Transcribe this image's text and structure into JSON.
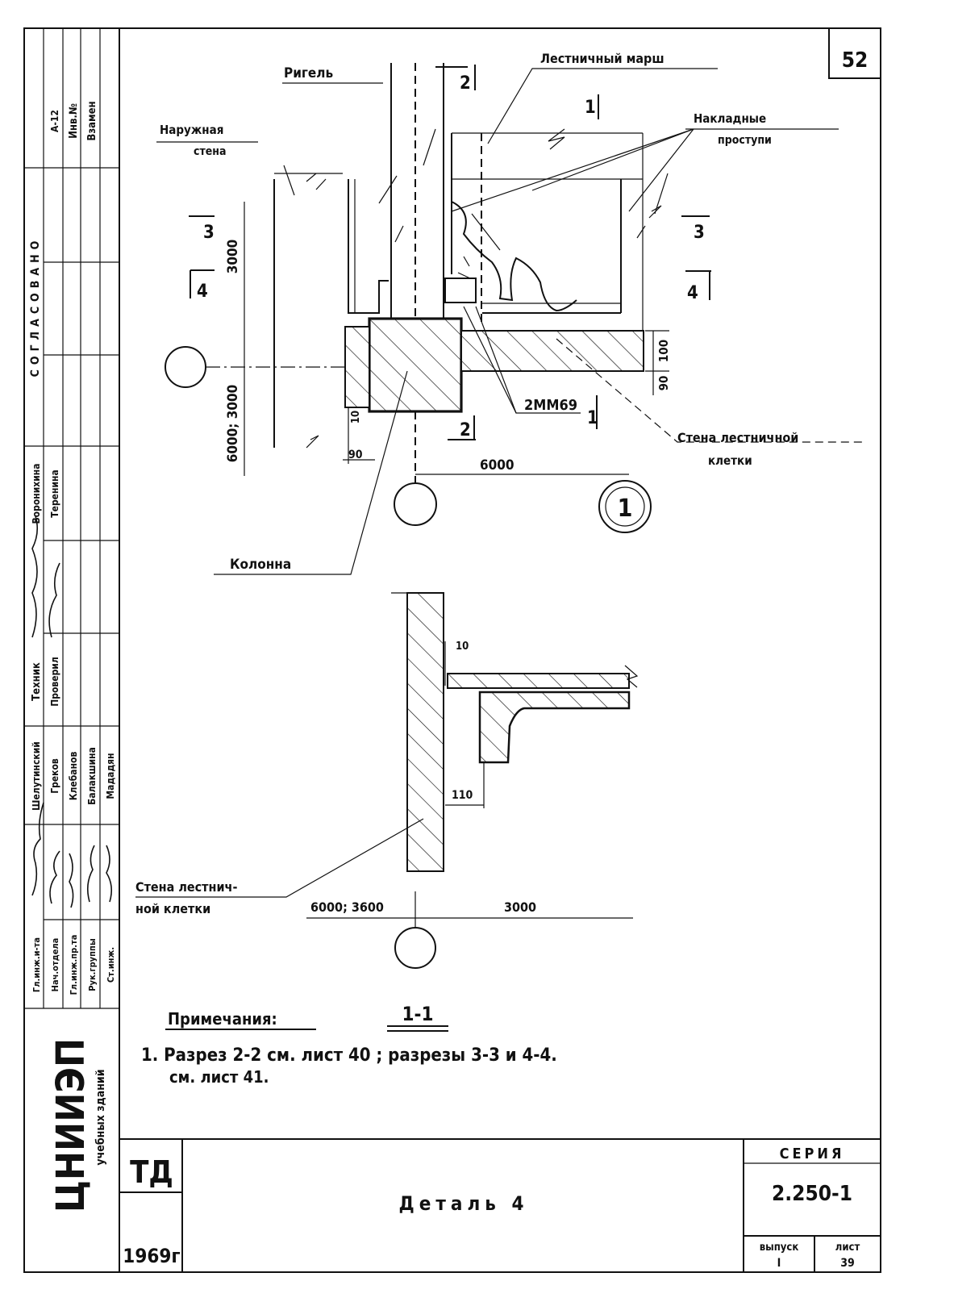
{
  "sheet_number": "52",
  "plan": {
    "riegel_label": "Ригель",
    "stair_flight_label": "Лестничный марш",
    "outer_wall_label_1": "Наружная",
    "outer_wall_label_2": "стена",
    "treads_label_1": "Накладные",
    "treads_label_2": "проступи",
    "section_2_top": "2",
    "section_1_top": "1",
    "section_3_left": "3",
    "section_4_left": "4",
    "section_3_right": "3",
    "section_4_right": "4",
    "section_2_bottom": "2",
    "section_1_bottom": "1",
    "dim_3000": "3000",
    "dim_6000_3000": "6000; 3000",
    "dim_100": "100",
    "dim_90_right": "90",
    "dim_10": "10",
    "dim_90_bottom": "90",
    "dim_6000": "6000",
    "mark_label": "2ММ69",
    "stair_wall_label_1": "Стена лестничной",
    "stair_wall_label_2": "клетки",
    "column_label": "Колонна",
    "axis_1": "1"
  },
  "section": {
    "dim_10": "10",
    "dim_110": "110",
    "stair_wall_label_1": "Стена лестнич-",
    "stair_wall_label_2": "ной клетки",
    "dim_6000_3600": "6000; 3600",
    "dim_3000": "3000",
    "title": "1-1"
  },
  "notes": {
    "heading": "Примечания:",
    "line_1_a": "1. Разрез 2-2 см. лист 40 ; разрезы 3-3 и 4-4.",
    "line_2": "см. лист 41."
  },
  "title_block": {
    "td": "ТД",
    "year": "1969г",
    "title": "Деталь 4",
    "series_label": "СЕРИЯ",
    "series_value": "2.250-1",
    "issue_label": "выпуск",
    "issue_value": "I",
    "sheet_label": "лист",
    "sheet_value": "39"
  },
  "side_stamp": {
    "org_name": "ЦНИИЭП",
    "org_sub": "учебных зданий",
    "agreed": "СОГЛАСОВАНО",
    "inv_label": "Инв.№",
    "replace_label": "Взамен",
    "code": "А-12",
    "roles": [
      "Гл.инж.и-та",
      "Нач.отдела",
      "Гл.инж.пр.та",
      "Рук.группы",
      "Ст.инж."
    ],
    "names": [
      "Шелутинский",
      "Греков",
      "Клебанов",
      "Балакшина",
      "Мададян"
    ],
    "tech_label": "Техник",
    "tech_name": "Воронихина",
    "check_label": "Проверил",
    "check_name": "Теренина"
  }
}
